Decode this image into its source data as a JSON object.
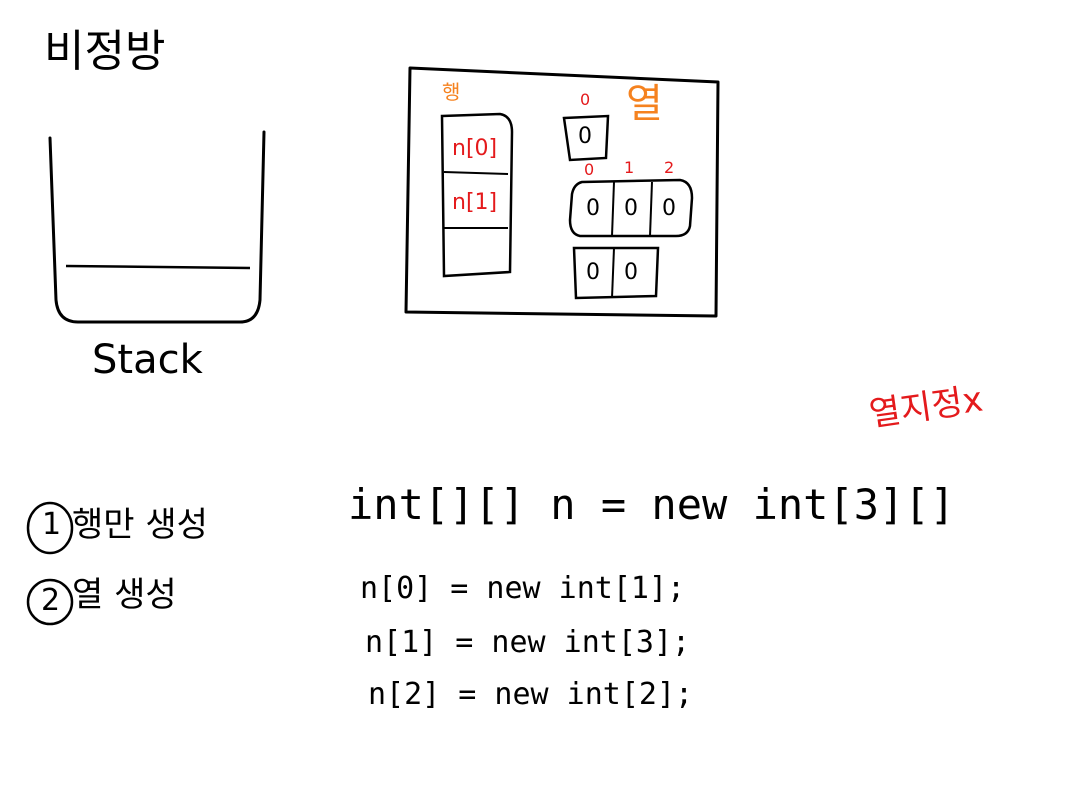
{
  "heap_title": "비정방",
  "stack_label": "Stack",
  "heap": {
    "row_caption": "행",
    "column_caption": "열",
    "row_refs": [
      "n[0]",
      "n[1]"
    ],
    "row0": {
      "indices": [
        "0"
      ],
      "cells": [
        "0"
      ]
    },
    "row1": {
      "indices": [
        "0",
        "1",
        "2"
      ],
      "cells": [
        "0",
        "0",
        "0"
      ]
    },
    "row2": {
      "cells": [
        "0",
        "0"
      ]
    }
  },
  "steps": [
    {
      "number": "1",
      "text": "행만 생성"
    },
    {
      "number": "2",
      "text": "열 생성"
    }
  ],
  "code": {
    "declaration": "int[][] n = new int[3][]",
    "line1": "n[0] = new int[1];",
    "line2": "n[1] = new int[3];",
    "line3": "n[2] = new int[2];"
  },
  "note": "열지정x",
  "colors": {
    "ink": "#000000",
    "orange": "#f5821f",
    "red": "#e41a1c"
  }
}
